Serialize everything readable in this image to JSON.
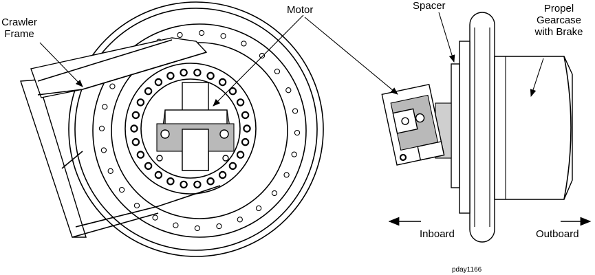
{
  "labels": {
    "crawler_frame": "Crawler\nFrame",
    "motor": "Motor",
    "spacer": "Spacer",
    "gearcase": "Propel\nGearcase\nwith Brake",
    "inboard": "Inboard",
    "outboard": "Outboard",
    "figure_id": "pday1166"
  }
}
